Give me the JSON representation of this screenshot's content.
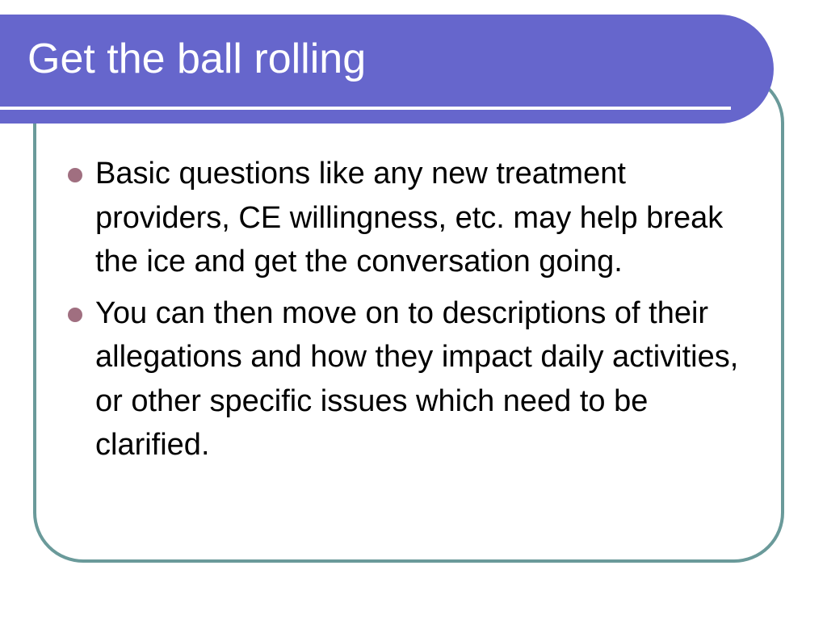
{
  "slide": {
    "title": "Get the ball rolling",
    "bullets": [
      {
        "text": "Basic questions like any new treatment providers, CE willingness, etc. may help break the ice and get the conversation going."
      },
      {
        "text": "You can then move on to descriptions of their allegations and how they impact daily activities, or other specific issues which need to be clarified."
      }
    ]
  },
  "colors": {
    "title_bar": "#6666cc",
    "title_text": "#ffffff",
    "frame_border": "#6a9a9a",
    "bullet_marker": "#a06f80",
    "body_text": "#000000"
  }
}
